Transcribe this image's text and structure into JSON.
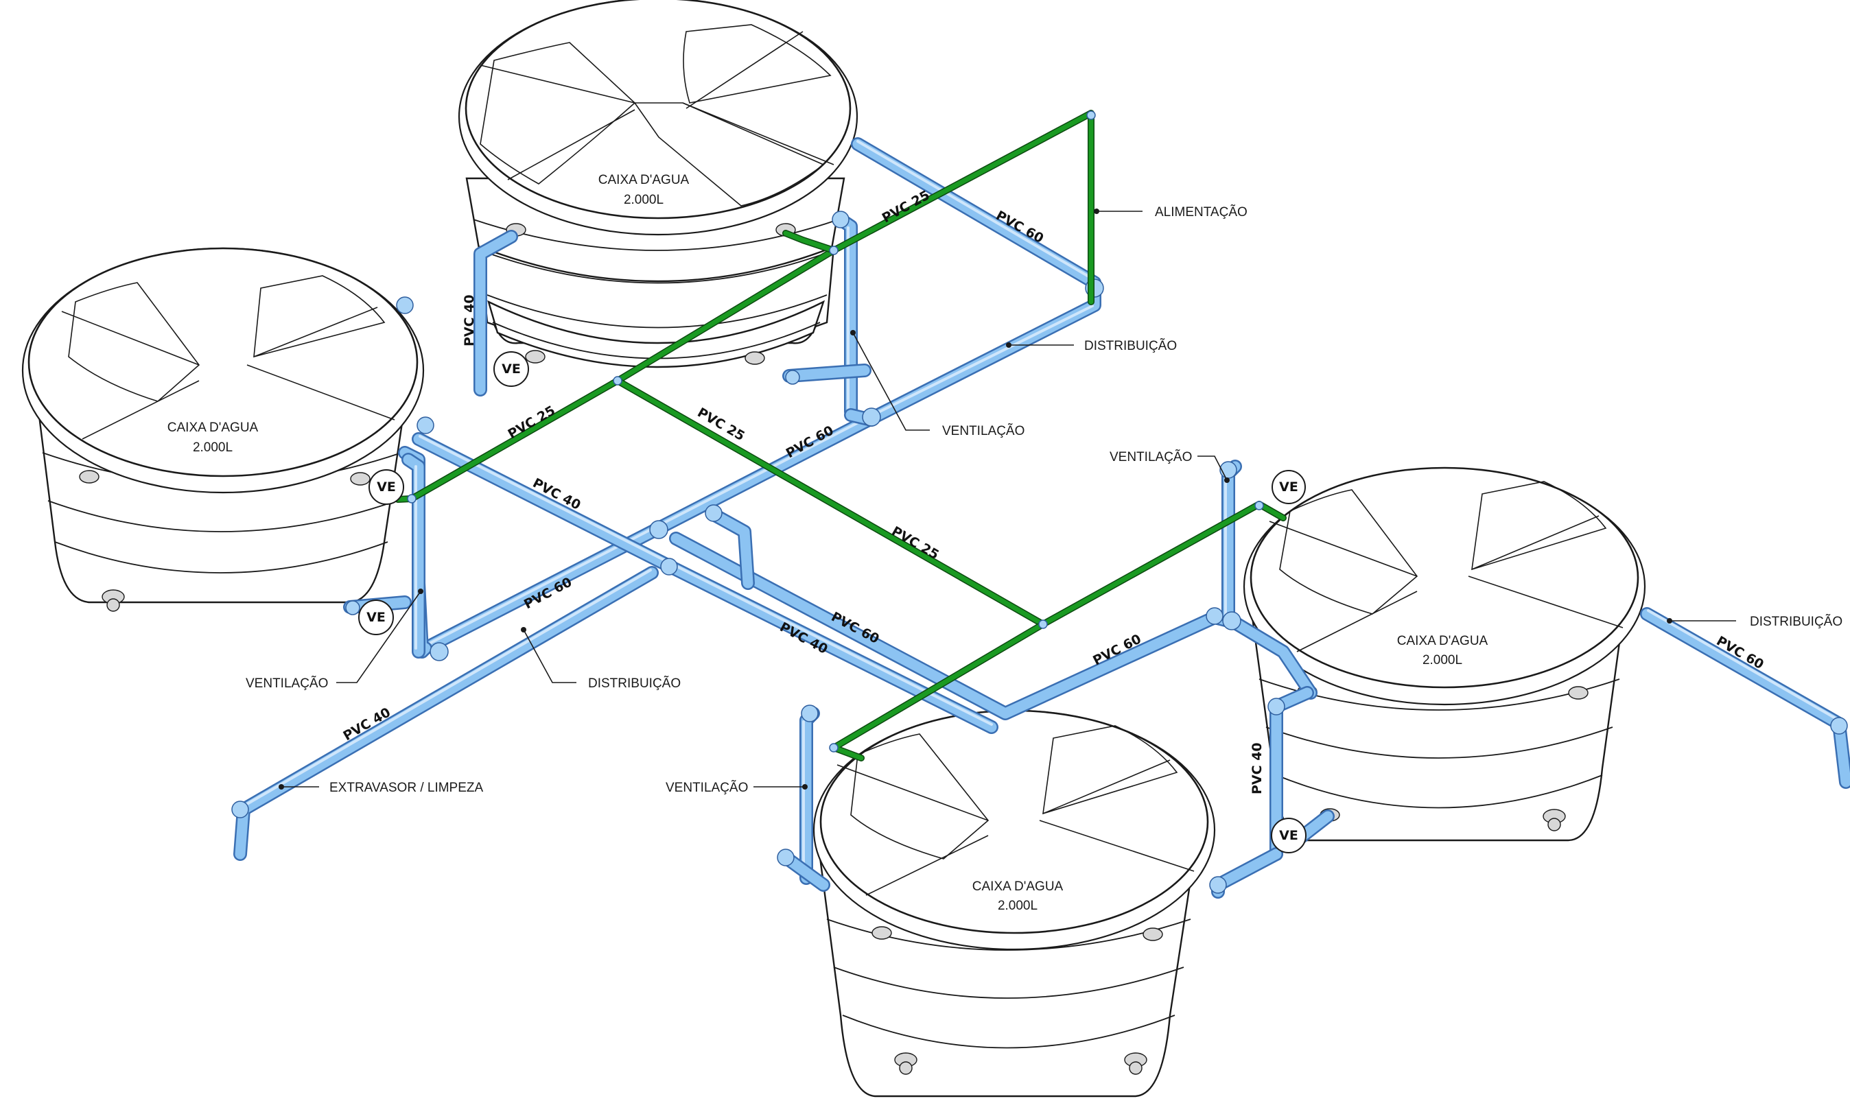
{
  "colors": {
    "pipe_blue": "#8cc3f2",
    "pipe_blue_edge": "#3a6fb3",
    "pipe_green": "#1a9a22",
    "line": "#1a1a1a"
  },
  "tanks": [
    {
      "name": "CAIXA D'AGUA",
      "capacity": "2.000L"
    },
    {
      "name": "CAIXA D'AGUA",
      "capacity": "2.000L"
    },
    {
      "name": "CAIXA D'AGUA",
      "capacity": "2.000L"
    },
    {
      "name": "CAIXA D'AGUA",
      "capacity": "2.000L"
    }
  ],
  "callouts": {
    "alimentacao": "ALIMENTAÇÃO",
    "distribuicao_top": "DISTRIBUIÇÃO",
    "ventilacao_top": "VENTILAÇÃO",
    "ventilacao_right": "VENTILAÇÃO",
    "ventilacao_left": "VENTILAÇÃO",
    "distribuicao_mid": "DISTRIBUIÇÃO",
    "extravasor": "EXTRAVASOR / LIMPEZA",
    "ventilacao_bottom": "VENTILAÇÃO",
    "distribuicao_right": "DISTRIBUIÇÃO"
  },
  "pipe_labels": {
    "pvc25_top": "PVC 25",
    "pvc60_top": "PVC 60",
    "pvc40_tank_top": "PVC 40",
    "pvc25_left": "PVC 25",
    "pvc25_center": "PVC 25",
    "pvc60_center": "PVC 60",
    "pvc40_center": "PVC 40",
    "pvc25_diag": "PVC 25",
    "pvc60_left": "PVC 60",
    "pvc60_mid": "PVC 60",
    "pvc40_mid": "PVC 40",
    "pvc60_right": "PVC 60",
    "pvc40_tank_right": "PVC 40",
    "pvc40_extravasor": "PVC 40",
    "pvc60_far_right": "PVC 60"
  },
  "valves": {
    "ve_1": "VE",
    "ve_2": "VE",
    "ve_3": "VE",
    "ve_4": "VE",
    "ve_5": "VE"
  }
}
